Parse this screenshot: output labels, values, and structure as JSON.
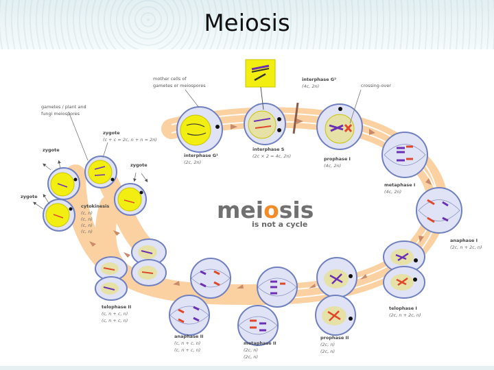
{
  "slide": {
    "title": "Meiosis"
  },
  "diagram": {
    "logo": {
      "prefix": "mei",
      "highlight": "o",
      "suffix": "sis",
      "subtitle": "is not a cycle"
    },
    "colors": {
      "band": "#fbd1a2",
      "arrow": "#c98a6a",
      "cell_fill": "#dfe3f5",
      "cell_stroke": "#6f7fbf",
      "nucleus": "#f2ee12",
      "nucleus_light": "#e6e1a6",
      "chrom_purple": "#6b2fb3",
      "chrom_red": "#e0462a",
      "chrom_orange": "#f07a1d"
    },
    "labels": {
      "mother_cells": [
        "mother cells of",
        "gametes or meiospores"
      ],
      "interphase_g1": {
        "name": "interphase G¹",
        "formula": "(2c, 2n)"
      },
      "interphase_s": {
        "name": "interphase S",
        "formula": "(2c × 2 = 4c, 2n)"
      },
      "interphase_g2": {
        "name": "interphase G²",
        "formula": "(4c, 2n)"
      },
      "crossing_over": "crossing-over",
      "prophase_1": {
        "name": "prophase I",
        "formula": "(4c, 2n)"
      },
      "metaphase_1": {
        "name": "metaphase I",
        "formula": "(4c, 2n)"
      },
      "anaphase_1": {
        "name": "anaphase I",
        "formula": "(2c, n + 2c, n)"
      },
      "telophase_1": {
        "name": "telophase I",
        "formula": "(2c, n + 2c, n)"
      },
      "prophase_2": {
        "name": "prophase II",
        "formula1": "(2c, n)",
        "formula2": "(2c, n)"
      },
      "metaphase_2": {
        "name": "metaphase II",
        "formula1": "(2c, n)",
        "formula2": "(2c, n)"
      },
      "anaphase_2": {
        "name": "anaphase II",
        "formula1": "(c, n + c, n)",
        "formula2": "(c, n + c, n)"
      },
      "telophase_2": {
        "name": "telophase II",
        "formula1": "(c, n + c, n)",
        "formula2": "(c, n + c, n)"
      },
      "cytokinesis": {
        "name": "cytokinesis",
        "formulas": [
          "(c, n)",
          "(c, n)",
          "(c, n)",
          "(c, n)"
        ]
      },
      "gametes": [
        "gametes / plant and",
        "fungi meiospores"
      ],
      "zygote_main": {
        "name": "zygote",
        "formula": "(c + c = 2c, n + n = 2n)"
      },
      "zygote_left": "zygote",
      "zygote_right": "zygote",
      "zygote_far_left": "zygote"
    }
  }
}
